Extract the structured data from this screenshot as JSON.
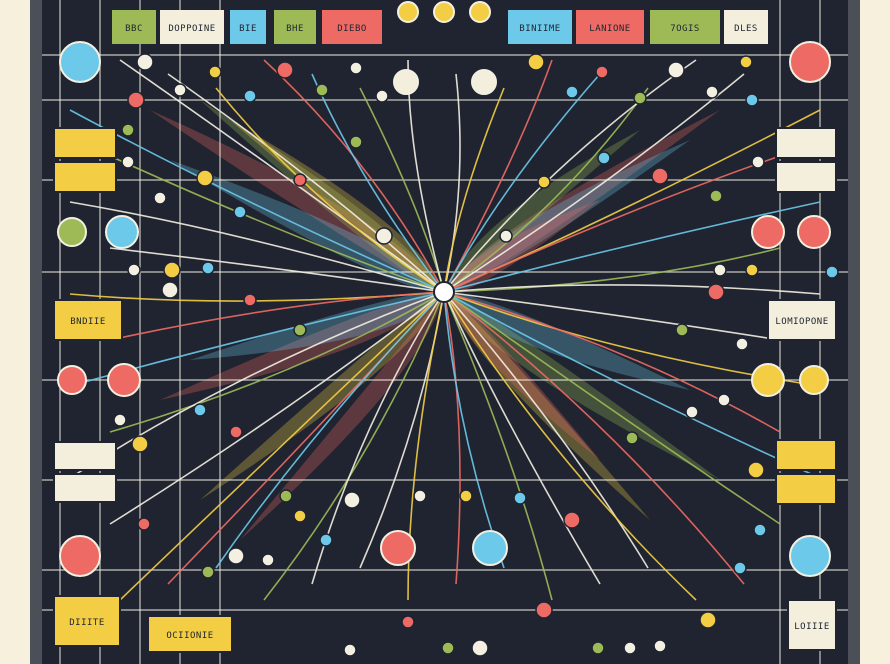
{
  "colors": {
    "frame": "#4b5058",
    "board": "#1f2430",
    "wire": "#f3f0e2",
    "blue": "#6cc9ea",
    "red": "#ee6a64",
    "yellow": "#f3ce45",
    "green": "#9dba57",
    "cream": "#f3efdc",
    "hub": "#ffffff"
  },
  "labels": {
    "top_left": [
      "ВВС",
      "DOPPOINE",
      "BIE",
      "BHE",
      "DIEBO"
    ],
    "top_right": [
      "BINIIME",
      "LANIONE",
      "7OGIS",
      "DLES"
    ],
    "mid_left": "BNDIIE",
    "mid_right": "LOMIOPONE",
    "bottom_left": [
      "DIIITE",
      "OCIIONIE"
    ],
    "bottom_right": "LOIIIE"
  }
}
